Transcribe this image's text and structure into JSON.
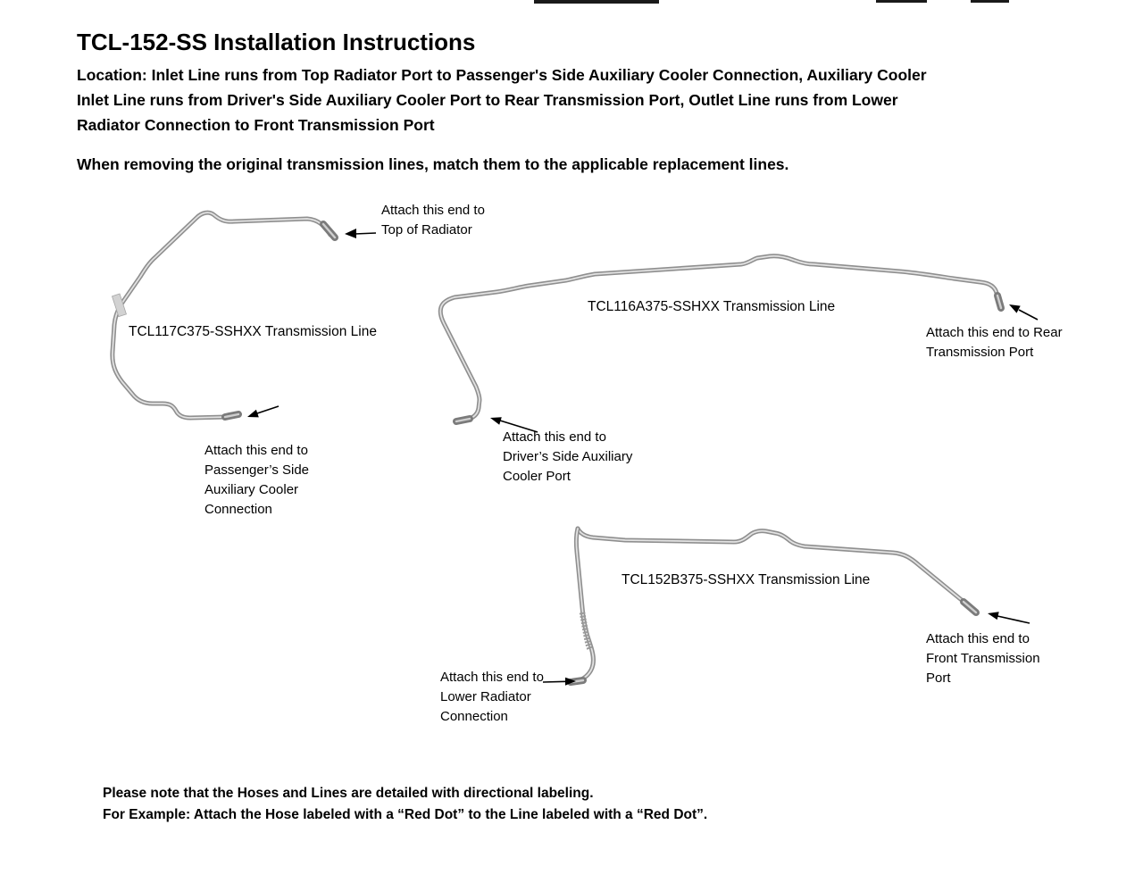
{
  "colors": {
    "tube": "#8f8f8f",
    "tube_hl": "#e2e2e2",
    "ink": "#000000"
  },
  "header": {
    "title": "TCL-152-SS Installation Instructions",
    "location": "Location: Inlet Line runs from Top Radiator Port to Passenger's Side Auxiliary Cooler Connection, Auxiliary Cooler\nInlet Line runs from Driver's Side Auxiliary Cooler Port to Rear Transmission Port, Outlet Line runs from Lower\nRadiator Connection to Front Transmission Port",
    "instruction": "When removing the original transmission lines, match them to the applicable replacement lines."
  },
  "diagram": {
    "line1": {
      "part_label": "TCL117C375-SSHXX Transmission Line",
      "ann_top_radiator": "Attach this end to\nTop of Radiator",
      "ann_passenger": "Attach this end to\nPassenger’s Side\nAuxiliary Cooler\nConnection"
    },
    "line2": {
      "part_label": "TCL116A375-SSHXX Transmission Line",
      "ann_rear": "Attach this end to Rear\nTransmission Port",
      "ann_driver": "Attach this end to\nDriver’s Side Auxiliary\nCooler Port"
    },
    "line3": {
      "part_label": "TCL152B375-SSHXX Transmission Line",
      "ann_front": "Attach this end to\nFront Transmission\nPort",
      "ann_lower": "Attach this end to\nLower Radiator\nConnection"
    }
  },
  "footer": {
    "note": "Please note that the Hoses and Lines are detailed with directional labeling.\nFor Example: Attach the Hose labeled with a “Red Dot” to the Line labeled with a “Red Dot”."
  }
}
